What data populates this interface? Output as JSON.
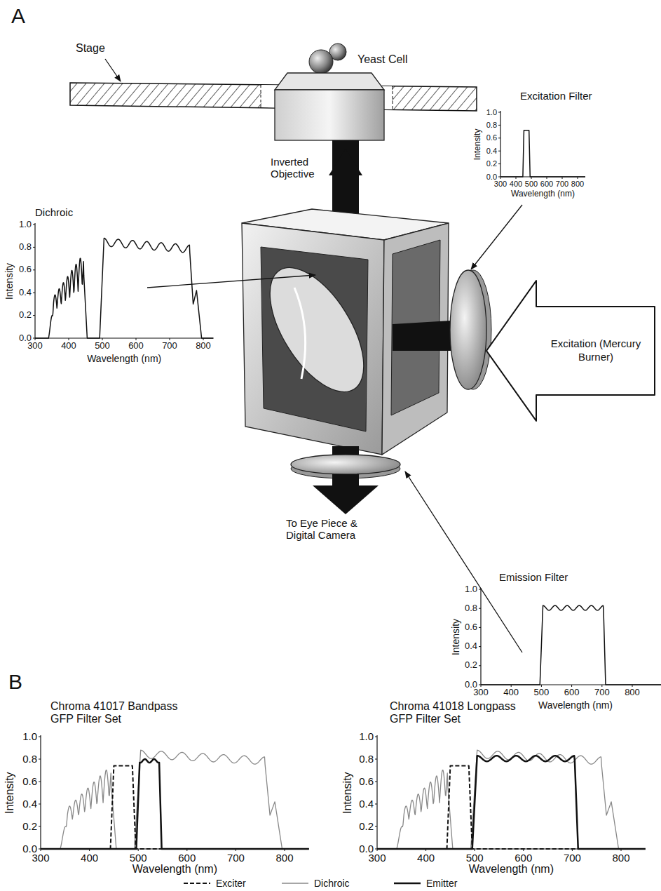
{
  "diagram": {
    "nodes": [
      {
        "text": [
          "Excitation (Mercury Burner)"
        ]
      }
    ],
    "labels": [
      "A",
      "Stage",
      "Yeast Cell",
      "Inverted Objective",
      "Excitation Filter",
      "1.0",
      "0.8",
      "0.6",
      "0.4",
      "0.2",
      "0.0",
      "Intensity",
      "300",
      "400",
      "500",
      "600",
      "700",
      "800",
      "Wavelength (nm)",
      "Dichroic",
      "1.0",
      "0.8",
      "0.6",
      "0.4",
      "0.2",
      "0.0",
      "Intensity",
      "300",
      "400",
      "500",
      "600",
      "700",
      "800",
      "Wavelength (nm)",
      "Emission Filter",
      "1.0",
      "0.8",
      "0.6",
      "0.4",
      "0.2",
      "0.0",
      "Intensity",
      "300",
      "400",
      "500",
      "600",
      "700",
      "800",
      "Wavelength (nm)",
      "To Eye Piece & Digital Camera",
      "B",
      "Chroma 41017 Bandpass GFP Filter Set",
      "1.0",
      "0.8",
      "0.6",
      "0.4",
      "0.2",
      "0.0",
      "Intensity",
      "300",
      "400",
      "500",
      "600",
      "700",
      "800",
      "Wavelength (nm)",
      "Chroma 41018 Longpass GFP Filter Set",
      "1.0",
      "0.8",
      "0.6",
      "0.4",
      "0.2",
      "0.0",
      "Intensity",
      "300",
      "400",
      "500",
      "600",
      "700",
      "800",
      "Wavelength (nm)"
    ],
    "legend": [
      {
        "text": "Exciter"
      },
      {
        "text": "Dichroic"
      },
      {
        "text": "Emitter"
      }
    ]
  }
}
